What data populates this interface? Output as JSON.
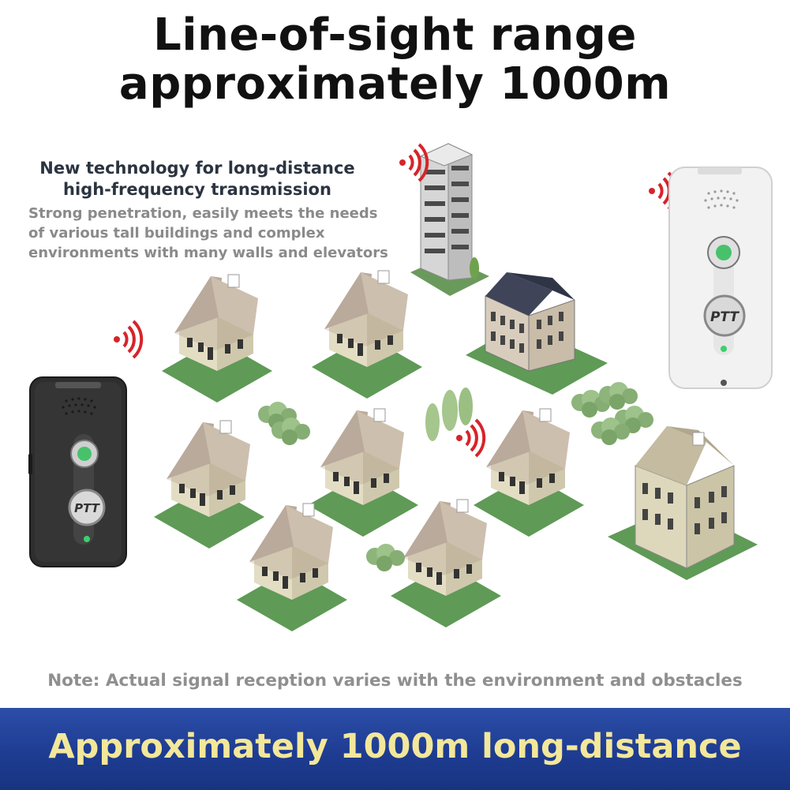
{
  "headline": {
    "line1": "Line-of-sight range",
    "line2": "approximately 1000m"
  },
  "feature": {
    "title_line1": "New technology for long-distance",
    "title_line2": "high-frequency transmission",
    "desc_line1": "Strong penetration, easily meets the needs",
    "desc_line2": "of various tall buildings and complex",
    "desc_line3": "environments with many walls and elevators"
  },
  "note": "Note: Actual signal reception varies with the environment and obstacles",
  "banner": "Approximately 1000m long-distance",
  "device": {
    "ptt_label": "PTT",
    "black_color": "#2e2e2e",
    "white_color": "#f2f2f2"
  },
  "colors": {
    "signal": "#d6242a",
    "banner_bg": "#1e3c92",
    "banner_text": "#f3e79a",
    "grass": "#5f9a56"
  }
}
